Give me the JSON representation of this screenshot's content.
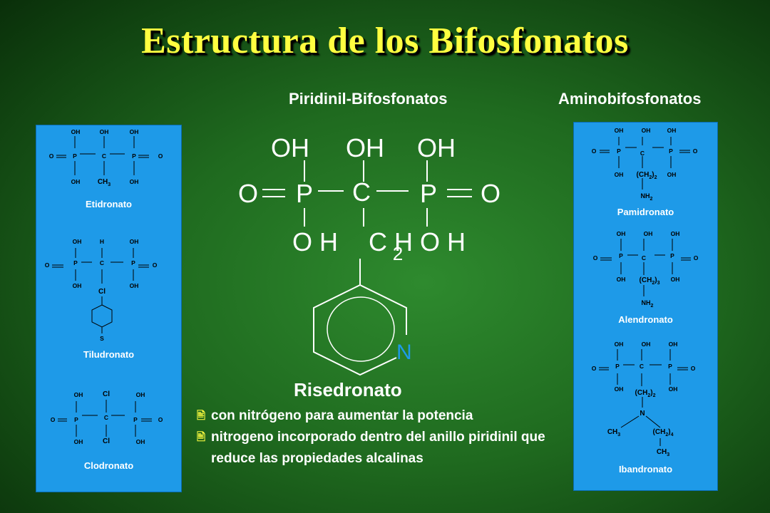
{
  "title": "Estructura de los Bifosfonatos",
  "headings": {
    "piridinil": "Piridinil-Bifosfonatos",
    "amino": "Aminobifosfonatos"
  },
  "left_panel": {
    "drugs": [
      {
        "name": "Etidronato"
      },
      {
        "name": "Tiludronato"
      },
      {
        "name": "Clodronato"
      }
    ]
  },
  "right_panel": {
    "drugs": [
      {
        "name": "Pamidronato"
      },
      {
        "name": "Alendronato"
      },
      {
        "name": "Ibandronato"
      }
    ]
  },
  "main_structure": {
    "name": "Risedronato",
    "ring_atom": "N"
  },
  "bullets": {
    "marker": "🖹",
    "items": [
      "con nitrógeno para aumentar la potencia",
      "nitrogeno incorporado dentro del anillo piridinil que reduce las propiedades alcalinas"
    ]
  },
  "colors": {
    "title": "#ffff40",
    "panel": "#1e9ae8",
    "background": "#1f6a1f"
  }
}
